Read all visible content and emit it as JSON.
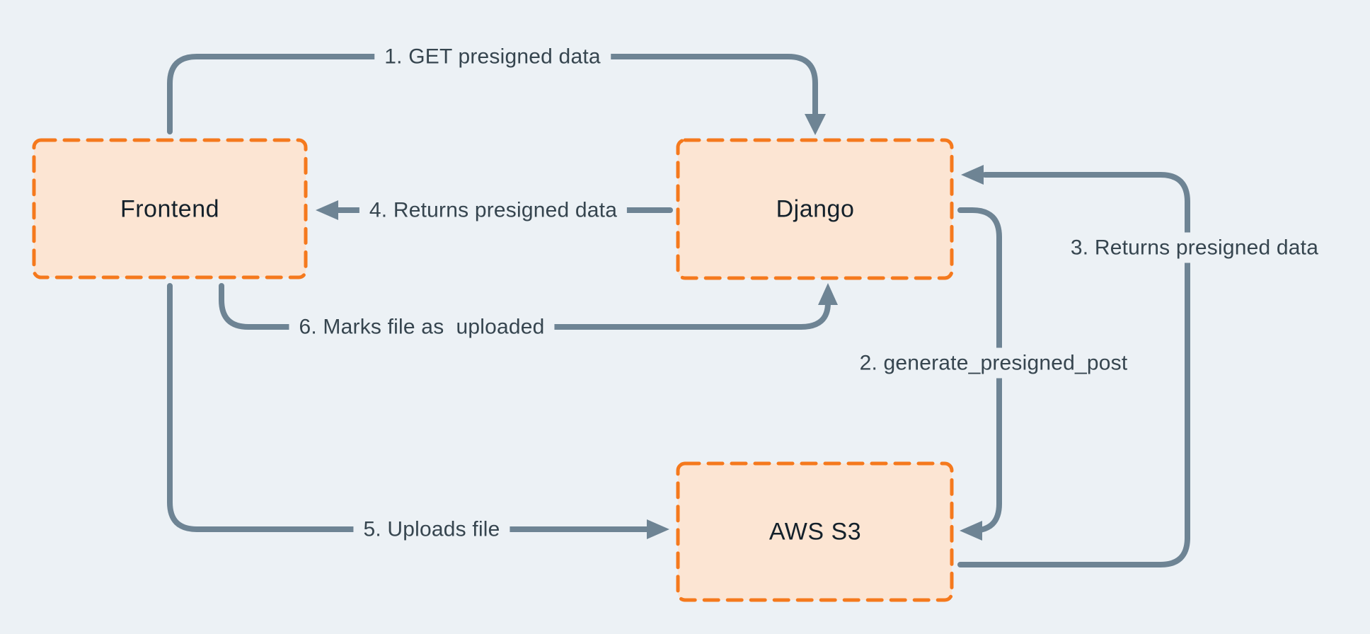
{
  "diagram": {
    "type": "flow-diagram",
    "colors": {
      "background": "#ECF1F5",
      "node_fill": "#FCE5D3",
      "node_border": "#F5791D",
      "arrow": "#6E8494",
      "edge_label_text": "#36454F",
      "node_label_text": "#14212B"
    },
    "nodes": [
      {
        "id": "frontend",
        "label": "Frontend"
      },
      {
        "id": "django",
        "label": "Django"
      },
      {
        "id": "aws-s3",
        "label": "AWS S3"
      }
    ],
    "edges": [
      {
        "id": "1",
        "label": "1. GET presigned data",
        "from": "Frontend",
        "to": "Django"
      },
      {
        "id": "2",
        "label": "2. generate_presigned_post",
        "from": "Django",
        "to": "AWS S3"
      },
      {
        "id": "3",
        "label": "3. Returns presigned data",
        "from": "AWS S3",
        "to": "Django"
      },
      {
        "id": "4",
        "label": "4. Returns presigned data",
        "from": "Django",
        "to": "Frontend"
      },
      {
        "id": "5",
        "label": "5. Uploads file",
        "from": "Frontend",
        "to": "AWS S3"
      },
      {
        "id": "6",
        "label": "6. Marks file as  uploaded",
        "from": "Frontend",
        "to": "Django"
      }
    ]
  }
}
